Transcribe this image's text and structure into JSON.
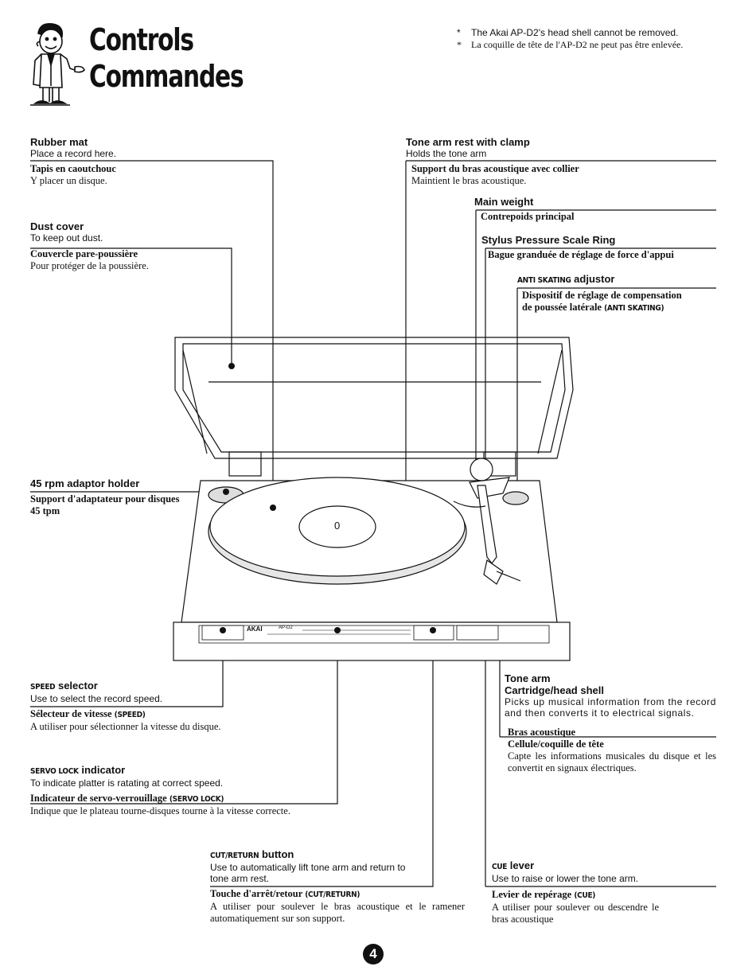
{
  "header": {
    "title_en": "Controls",
    "title_fr": "Commandes",
    "note_bullet": "*",
    "note_en": "The Akai AP-D2's head shell cannot be removed.",
    "note_fr": "La coquille de tête de l'AP-D2 ne peut pas être enlevée."
  },
  "turntable": {
    "brand": "AKAI",
    "model": "AP-D2",
    "spindle_label": "0"
  },
  "labels": {
    "rubber_mat": {
      "en_title": "Rubber mat",
      "en_desc": "Place a record here.",
      "fr_title": "Tapis en caoutchouc",
      "fr_desc": "Y placer un disque."
    },
    "dust_cover": {
      "en_title": "Dust cover",
      "en_desc": "To keep out dust.",
      "fr_title": "Couvercle pare-poussière",
      "fr_desc": "Pour protéger de la poussière."
    },
    "tone_arm_rest": {
      "en_title": "Tone arm rest with clamp",
      "en_desc": "Holds the tone arm",
      "fr_title": "Support du bras acoustique avec collier",
      "fr_desc": "Maintient le bras acoustique."
    },
    "main_weight": {
      "en_title": "Main weight",
      "fr_title": "Contrepoids principal"
    },
    "stylus_ring": {
      "en_title": "Stylus Pressure Scale Ring",
      "fr_title": "Bague granduée de réglage de force d'appui"
    },
    "anti_skating": {
      "en_small": "ANTI SKATING",
      "en_title": "adjustor",
      "fr_line1": "Dispositif de réglage de compensation",
      "fr_line2": "de poussée latérale",
      "fr_small": "(ANTI SKATING)"
    },
    "adaptor_holder": {
      "en_title": "45 rpm adaptor holder",
      "fr_line1": "Support d'adaptateur pour disques",
      "fr_line2": "45 tpm"
    },
    "speed_selector": {
      "en_small": "SPEED",
      "en_title": "selector",
      "en_desc": "Use to select the record speed.",
      "fr_title": "Sélecteur de vitesse",
      "fr_small": "(SPEED)",
      "fr_desc": "A utiliser pour sélectionner la vitesse du disque."
    },
    "servo_lock": {
      "en_small": "SERVO LOCK",
      "en_title": "indicator",
      "en_desc": "To indicate platter is ratating at correct speed.",
      "fr_title": "Indicateur de servo-verrouillage",
      "fr_small": "(SERVO LOCK)",
      "fr_desc": "Indique que le plateau tourne-disques tourne à la vitesse correcte."
    },
    "cut_return": {
      "en_small": "CUT/RETURN",
      "en_title": "button",
      "en_desc": "Use to automatically lift tone arm and return to tone arm rest.",
      "fr_title": "Touche d'arrêt/retour",
      "fr_small": "(CUT/RETURN)",
      "fr_desc": "A utiliser pour soulever le bras acoustique et le ramener automatiquement sur son support."
    },
    "tone_arm": {
      "en_title1": "Tone arm",
      "en_title2": "Cartridge/head shell",
      "en_desc": "Picks up musical information from the record and then converts it to electrical signals.",
      "fr_title1": "Bras acoustique",
      "fr_title2": "Cellule/coquille de tête",
      "fr_desc": "Capte les informations musicales du disque et les convertit en signaux électriques."
    },
    "cue_lever": {
      "en_small": "CUE",
      "en_title": "lever",
      "en_desc": "Use to raise or lower the tone arm.",
      "fr_title": "Levier de repérage",
      "fr_small": "(CUE)",
      "fr_desc": "A utiliser pour soulever ou descendre le bras acoustique"
    }
  },
  "footer": {
    "page_number": "4"
  }
}
